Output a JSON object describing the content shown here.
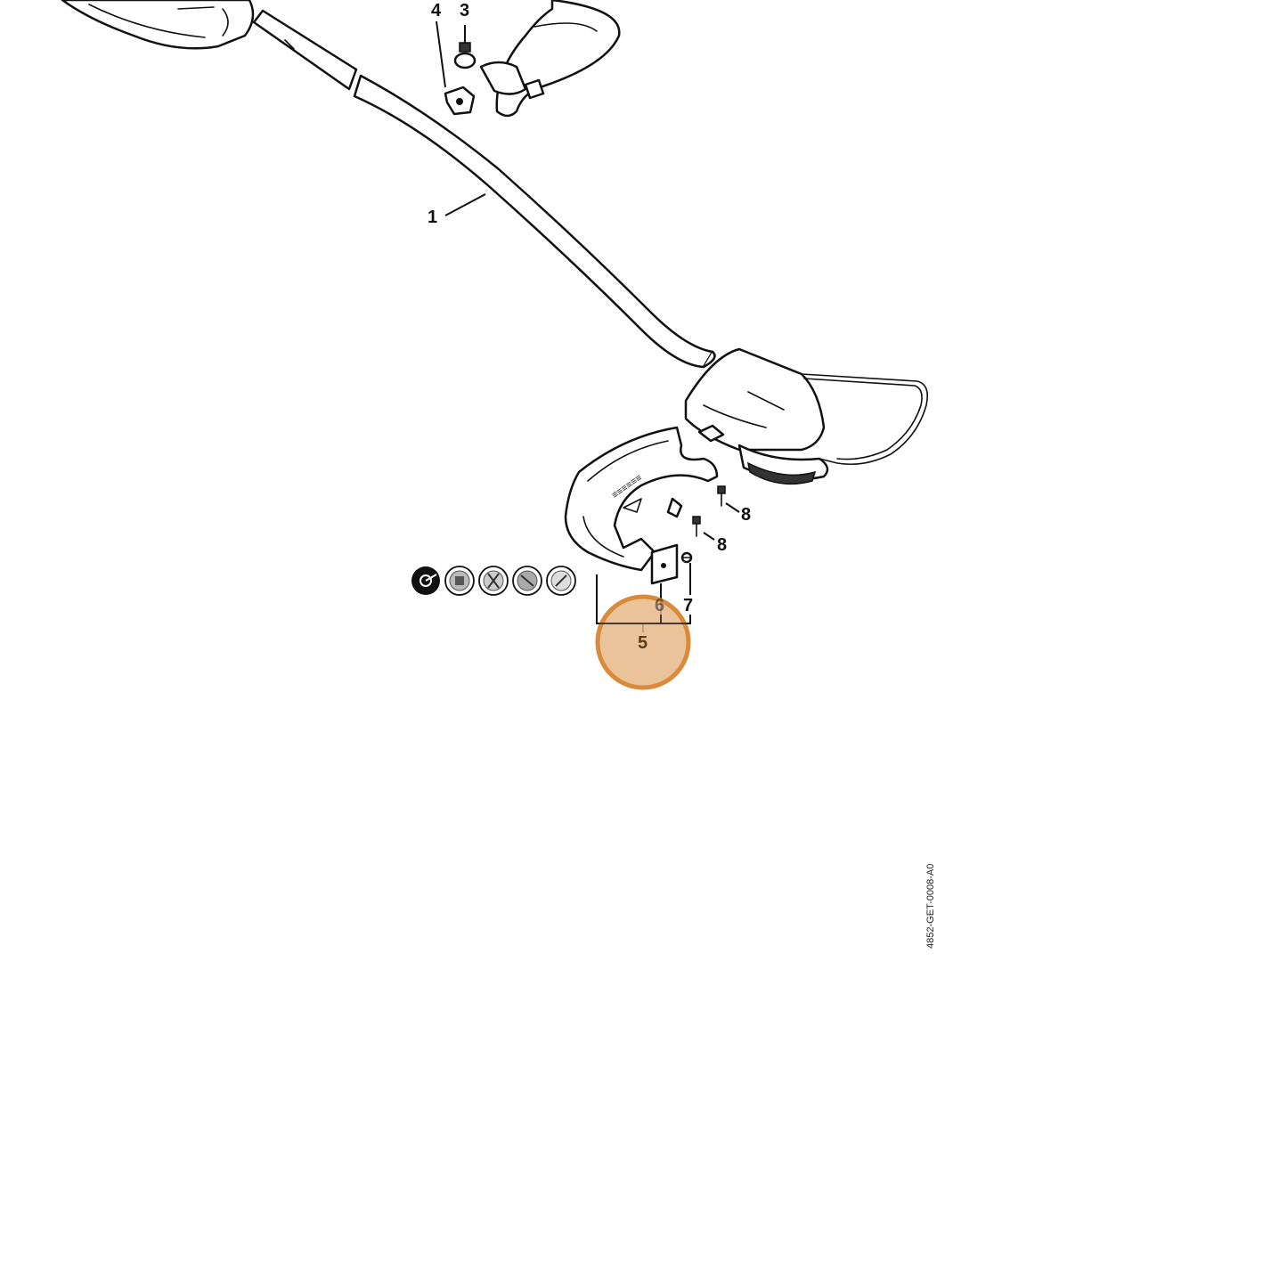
{
  "parts": {
    "p1": {
      "label": "1"
    },
    "p3": {
      "label": "3"
    },
    "p4": {
      "label": "4"
    },
    "p5": {
      "label": "5"
    },
    "p6": {
      "label": "6"
    },
    "p7": {
      "label": "7"
    },
    "p8a": {
      "label": "8"
    },
    "p8b": {
      "label": "8"
    }
  },
  "reference_code": "4852-GET-0008-A0",
  "highlight": {
    "part": "5",
    "color": "#D98A3A",
    "fill": "#E8B888"
  },
  "tool_icons": [
    "trimmer-head-icon",
    "mowing-head-icon",
    "grass-blade-icon",
    "brush-knife-icon",
    "circular-saw-blade-icon"
  ]
}
